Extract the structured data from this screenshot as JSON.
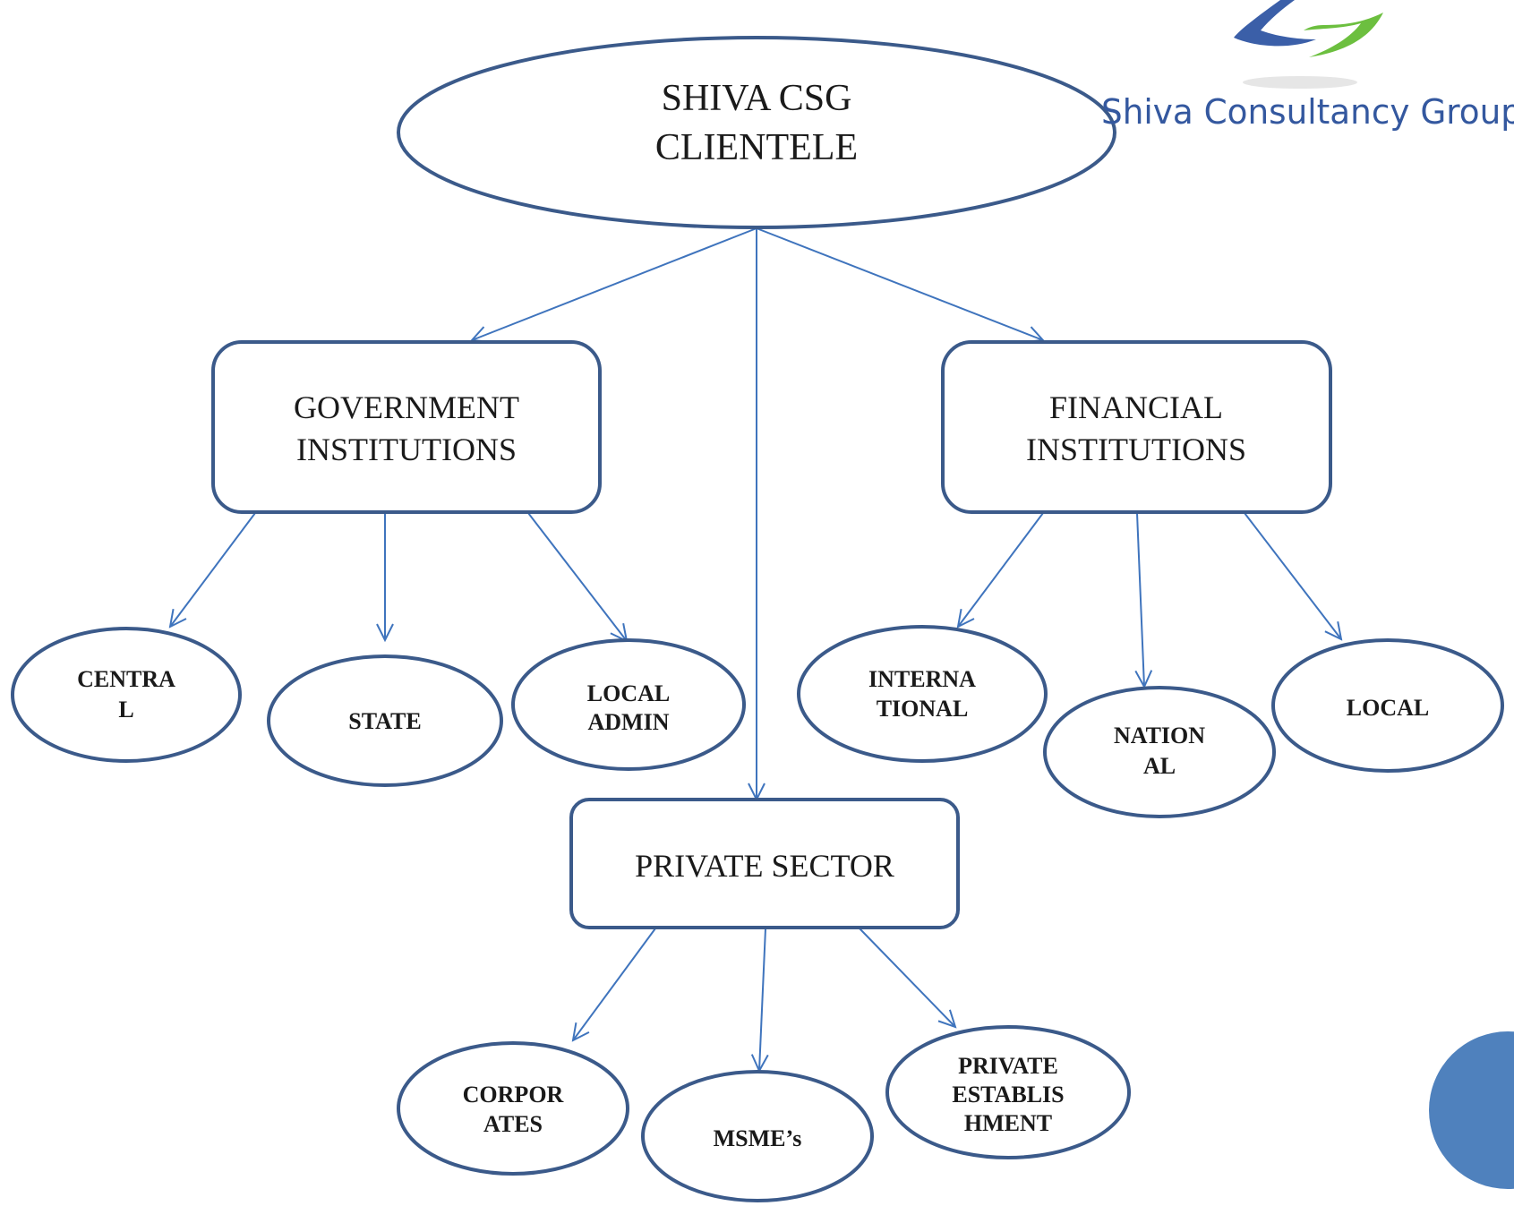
{
  "colors": {
    "shape_stroke": "#3b5a8a",
    "connector": "#3f74bd",
    "logo_blue": "#3b5fa8",
    "logo_green": "#6cbf3f",
    "accent_circle": "#4f81bd"
  },
  "root": {
    "lines": [
      "SHIVA CSG",
      "CLIENTELE"
    ]
  },
  "logo": {
    "text": "Shiva Consultancy Group",
    "icon": "leaf-swoosh-logo-icon"
  },
  "groups": {
    "government": {
      "lines": [
        "GOVERNMENT",
        "INSTITUTIONS"
      ],
      "children": [
        {
          "lines": [
            "CENTRA",
            "L"
          ]
        },
        {
          "lines": [
            "STATE"
          ]
        },
        {
          "lines": [
            "LOCAL",
            "ADMIN"
          ]
        }
      ]
    },
    "financial": {
      "lines": [
        "FINANCIAL",
        "INSTITUTIONS"
      ],
      "children": [
        {
          "lines": [
            "INTERNA",
            "TIONAL"
          ]
        },
        {
          "lines": [
            "NATION",
            "AL"
          ]
        },
        {
          "lines": [
            "LOCAL"
          ]
        }
      ]
    },
    "private": {
      "lines": [
        "PRIVATE SECTOR"
      ],
      "children": [
        {
          "lines": [
            "CORPOR",
            "ATES"
          ]
        },
        {
          "lines": [
            "MSME’s"
          ]
        },
        {
          "lines": [
            "PRIVATE",
            "ESTABLIS",
            "HMENT"
          ]
        }
      ]
    }
  }
}
